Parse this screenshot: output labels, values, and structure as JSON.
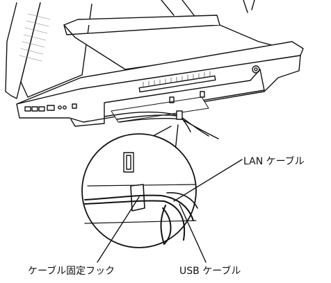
{
  "labels": {
    "lan_cable": "LAN ケーブル",
    "cable_hook": "ケーブル固定フック",
    "usb_cable": "USB ケーブル"
  },
  "colors": {
    "line": "#111111",
    "fill": "#ffffff",
    "vent": "#444444"
  }
}
